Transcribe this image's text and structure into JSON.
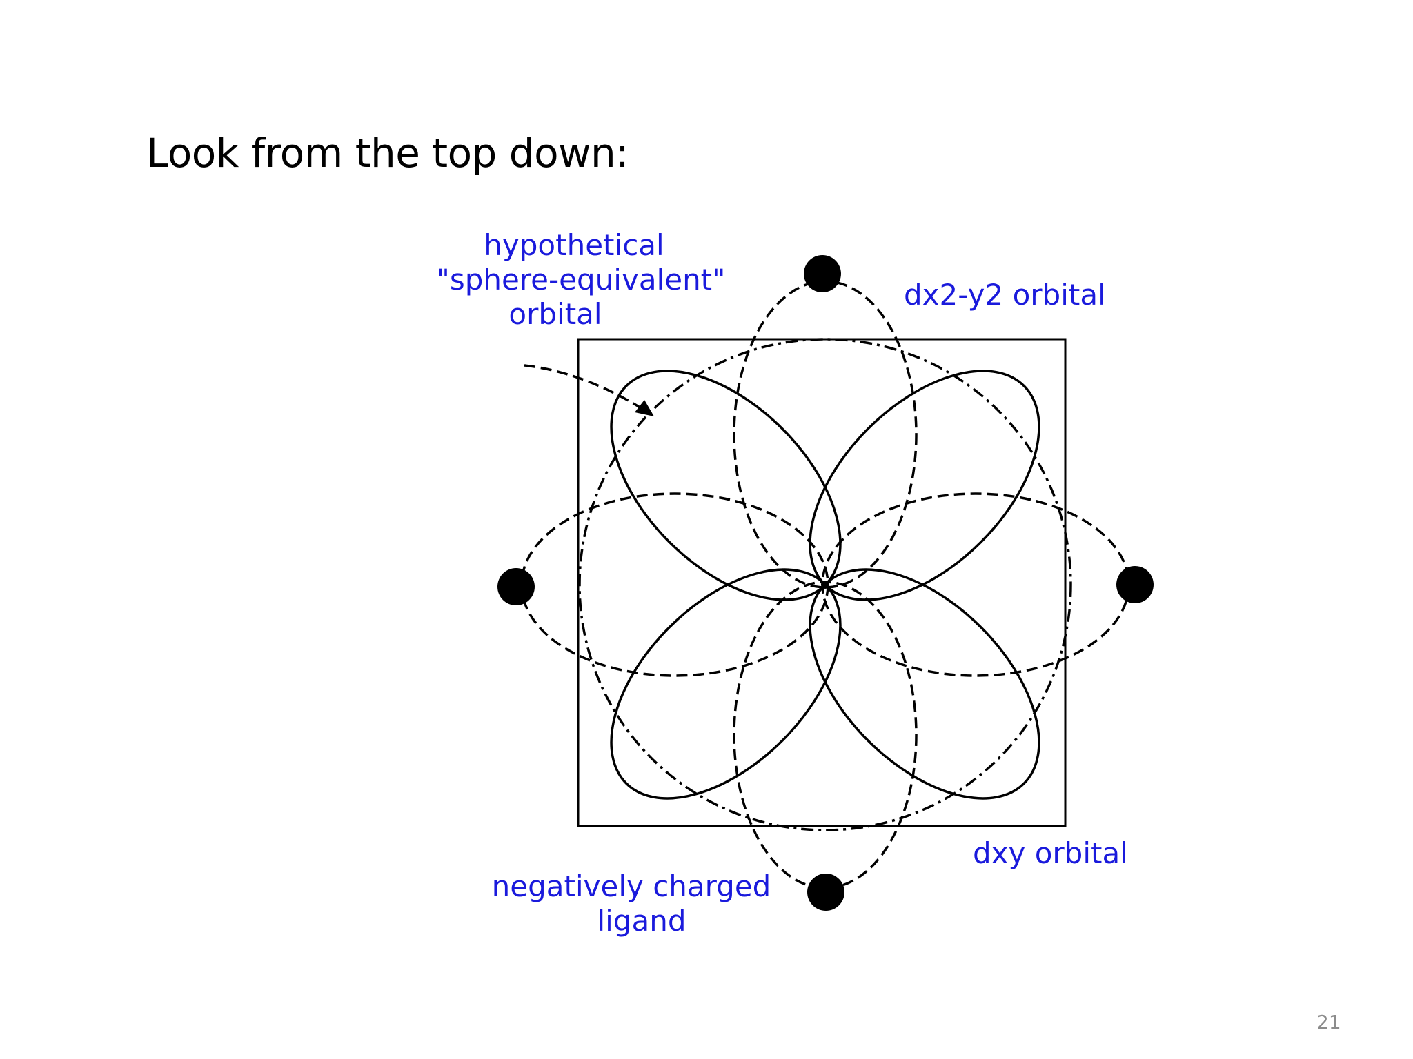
{
  "slide": {
    "title": "Look from the top down:",
    "page_number": "21"
  },
  "diagram": {
    "label_color": "#1a1adc",
    "line_color": "#000000",
    "labels": {
      "sphere_line1": "hypothetical",
      "sphere_line2": "\"sphere-equivalent\"",
      "sphere_line3": "orbital",
      "dx2y2": "dx2-y2 orbital",
      "dxy": "dxy orbital",
      "ligand_line1": "negatively charged",
      "ligand_line2": "ligand"
    }
  }
}
